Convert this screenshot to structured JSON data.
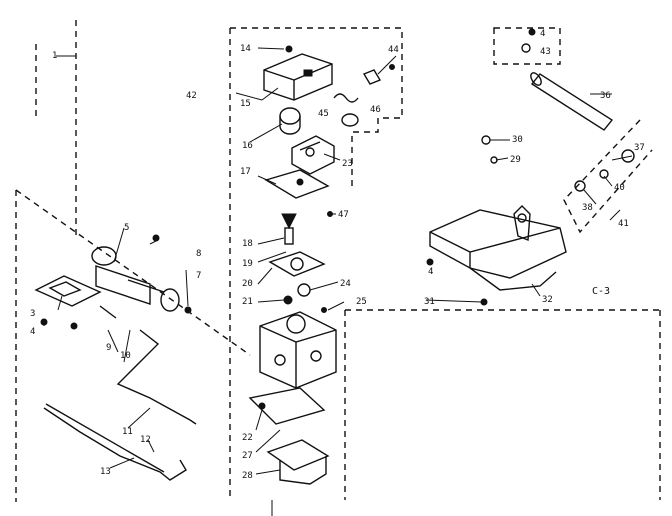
{
  "diagram": {
    "section_code": "C-3",
    "callouts": [
      {
        "id": "c1",
        "text": "1"
      },
      {
        "id": "c4a",
        "text": "4"
      },
      {
        "id": "c43",
        "text": "43"
      },
      {
        "id": "c14",
        "text": "14"
      },
      {
        "id": "c44",
        "text": "44"
      },
      {
        "id": "c42",
        "text": "42"
      },
      {
        "id": "c15",
        "text": "15"
      },
      {
        "id": "c45",
        "text": "45"
      },
      {
        "id": "c46",
        "text": "46"
      },
      {
        "id": "c36",
        "text": "36"
      },
      {
        "id": "c16",
        "text": "16"
      },
      {
        "id": "c23",
        "text": "23"
      },
      {
        "id": "c30",
        "text": "30"
      },
      {
        "id": "c29",
        "text": "29"
      },
      {
        "id": "c17",
        "text": "17"
      },
      {
        "id": "c37",
        "text": "37"
      },
      {
        "id": "c40",
        "text": "40"
      },
      {
        "id": "c38",
        "text": "38"
      },
      {
        "id": "c41",
        "text": "41"
      },
      {
        "id": "c47",
        "text": "47"
      },
      {
        "id": "c18",
        "text": "18"
      },
      {
        "id": "c5",
        "text": "5"
      },
      {
        "id": "c8",
        "text": "8"
      },
      {
        "id": "c19",
        "text": "19"
      },
      {
        "id": "c7",
        "text": "7"
      },
      {
        "id": "c20",
        "text": "20"
      },
      {
        "id": "c24",
        "text": "24"
      },
      {
        "id": "c21",
        "text": "21"
      },
      {
        "id": "c25",
        "text": "25"
      },
      {
        "id": "c31",
        "text": "31"
      },
      {
        "id": "c32",
        "text": "32"
      },
      {
        "id": "c3",
        "text": "3"
      },
      {
        "id": "c4b",
        "text": "4"
      },
      {
        "id": "c4c",
        "text": "4"
      },
      {
        "id": "c9",
        "text": "9"
      },
      {
        "id": "c10",
        "text": "10"
      },
      {
        "id": "c11",
        "text": "11"
      },
      {
        "id": "c22",
        "text": "22"
      },
      {
        "id": "c27",
        "text": "27"
      },
      {
        "id": "c12",
        "text": "12"
      },
      {
        "id": "c13",
        "text": "13"
      },
      {
        "id": "c28",
        "text": "28"
      }
    ]
  }
}
